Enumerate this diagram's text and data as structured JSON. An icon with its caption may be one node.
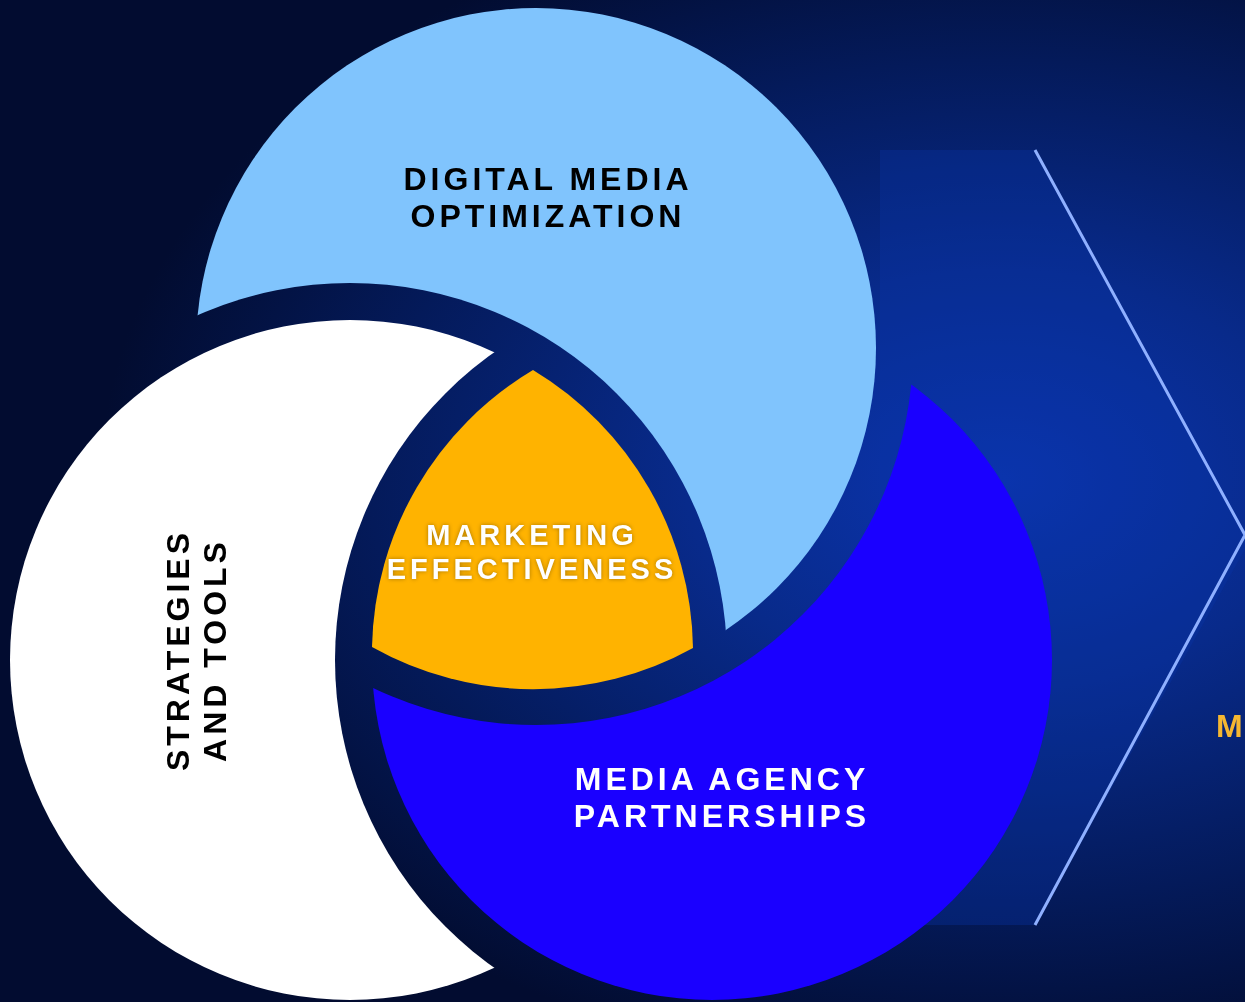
{
  "diagram": {
    "nodes": [
      {
        "text": [
          "DIGITAL MEDIA OPTIMIZATION"
        ]
      },
      {
        "text": [
          "STRATEGIES AND TOOLS"
        ]
      },
      {
        "text": [
          "MARKETING EFFECTIVENESS"
        ]
      },
      {
        "text": [
          "MEDIA AGENCY PARTNERSHIPS"
        ]
      }
    ],
    "edges": [],
    "labels": [
      "M"
    ]
  }
}
